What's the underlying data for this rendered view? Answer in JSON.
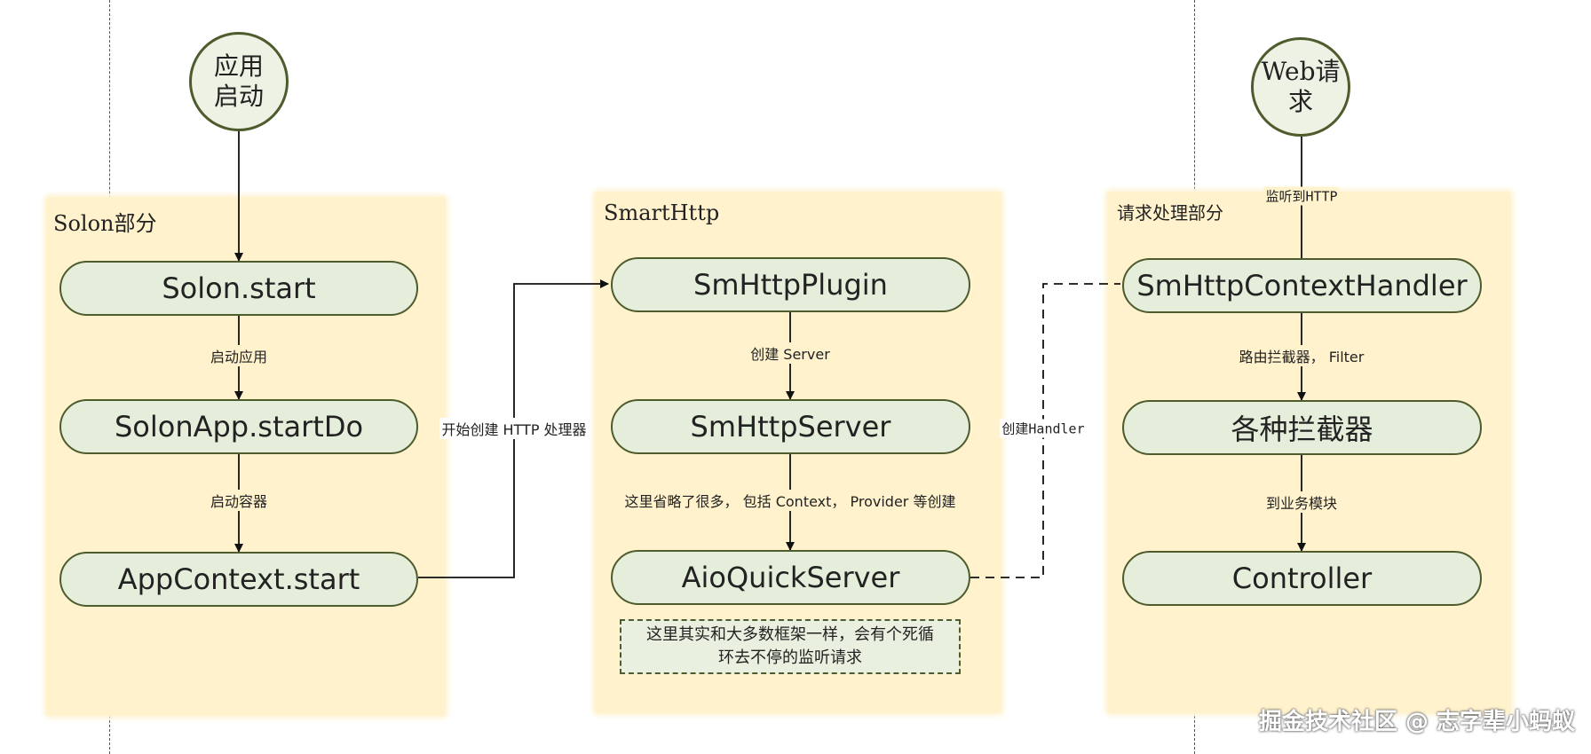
{
  "starts": {
    "app_start": [
      "应用",
      "启动"
    ],
    "web_request": [
      "Web请",
      "求"
    ]
  },
  "panels": {
    "solon": {
      "title": "Solon部分",
      "nodes": {
        "solon_start": "Solon.start",
        "solonapp_startdo": "SolonApp.startDo",
        "appcontext_start": "AppContext.start"
      },
      "edge_labels": {
        "start_app": "启动应用",
        "start_container": "启动容器"
      }
    },
    "smarthttp": {
      "title": "SmartHttp",
      "nodes": {
        "smhttp_plugin": "SmHttpPlugin",
        "smhttp_server": "SmHttpServer",
        "aio_quick_server": "AioQuickServer"
      },
      "edge_labels": {
        "create_server": "创建 Server",
        "omitted": "这里省略了很多， 包括 Context， Provider 等创建"
      },
      "note": [
        "这里其实和大多数框架一样，会有个死循",
        "环去不停的监听请求"
      ]
    },
    "request": {
      "title": "请求处理部分",
      "nodes": {
        "context_handler": "SmHttpContextHandler",
        "interceptors": "各种拦截器",
        "controller": "Controller"
      },
      "edge_labels": {
        "listen_http": "监听到HTTP",
        "route_filter": "路由拦截器， Filter",
        "to_business": "到业务模块"
      }
    }
  },
  "cross_labels": {
    "begin_http_handler": "开始创建 HTTP 处理器",
    "create_handler": "创建Handler"
  },
  "watermark": "掘金技术社区 @ 志字辈小蚂蚁"
}
